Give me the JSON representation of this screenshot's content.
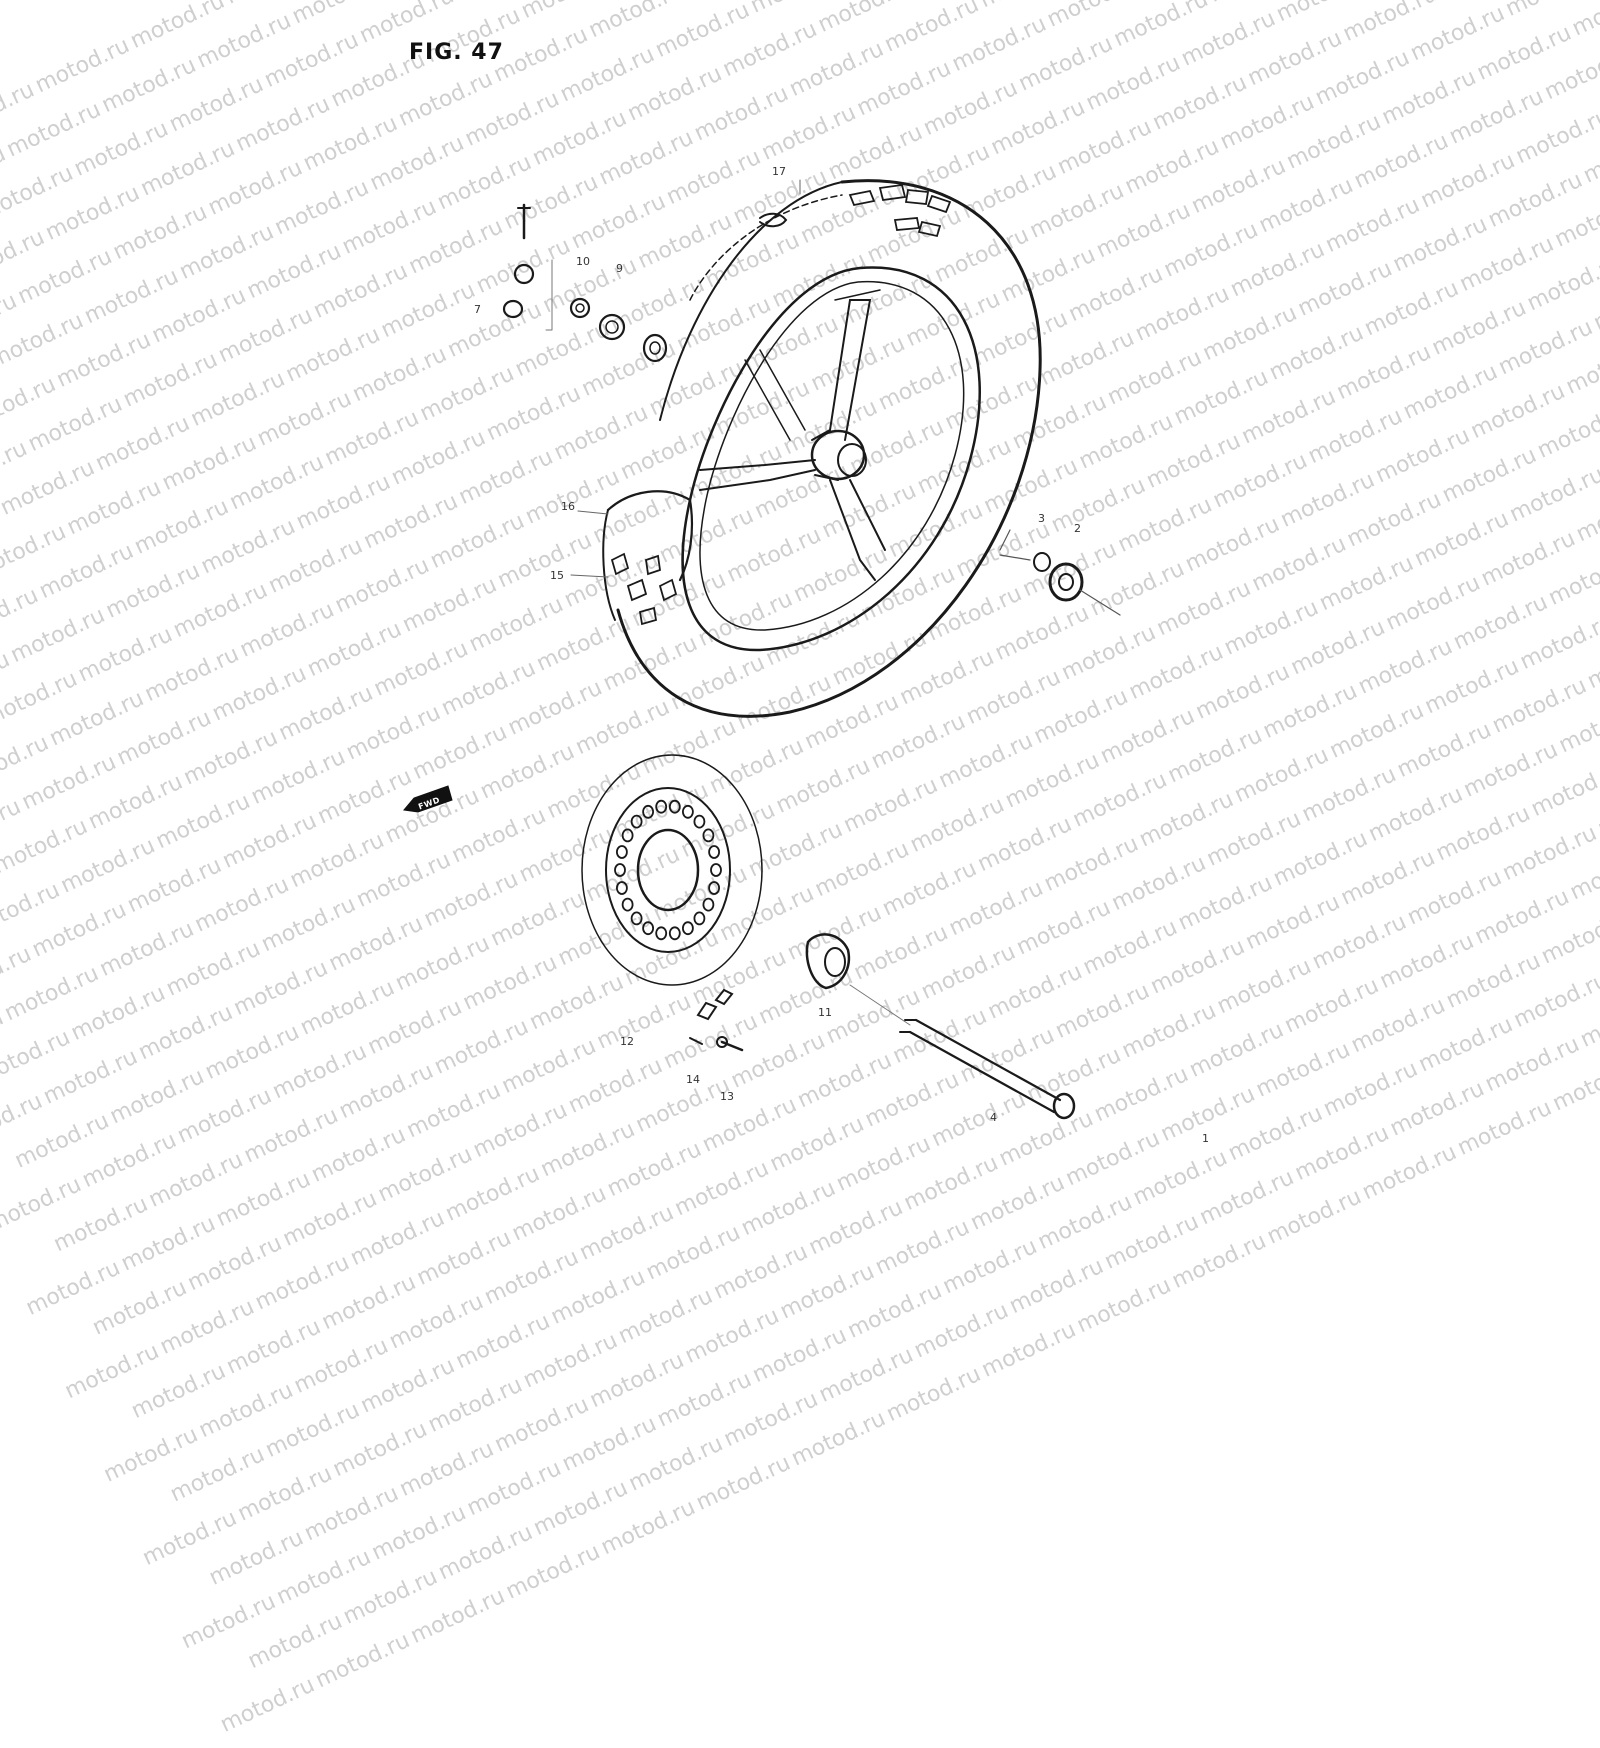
{
  "figure": {
    "title": "FIG. 47",
    "watermark_text": "motod.ru",
    "fwd_marker": "FWD"
  },
  "callouts": [
    {
      "id": "c17",
      "text": "17"
    },
    {
      "id": "c10",
      "text": "10"
    },
    {
      "id": "c9",
      "text": "9"
    },
    {
      "id": "c7",
      "text": "7"
    },
    {
      "id": "c16",
      "text": "16"
    },
    {
      "id": "c15",
      "text": "15"
    },
    {
      "id": "c3",
      "text": "3"
    },
    {
      "id": "c2",
      "text": "2"
    },
    {
      "id": "c12",
      "text": "12"
    },
    {
      "id": "c11",
      "text": "11"
    },
    {
      "id": "c14",
      "text": "14"
    },
    {
      "id": "c13",
      "text": "13"
    },
    {
      "id": "c4",
      "text": "4"
    },
    {
      "id": "c1",
      "text": "1"
    }
  ],
  "colors": {
    "line": "#1a1a1a",
    "watermark": "#cfcfcf",
    "background": "#ffffff"
  }
}
